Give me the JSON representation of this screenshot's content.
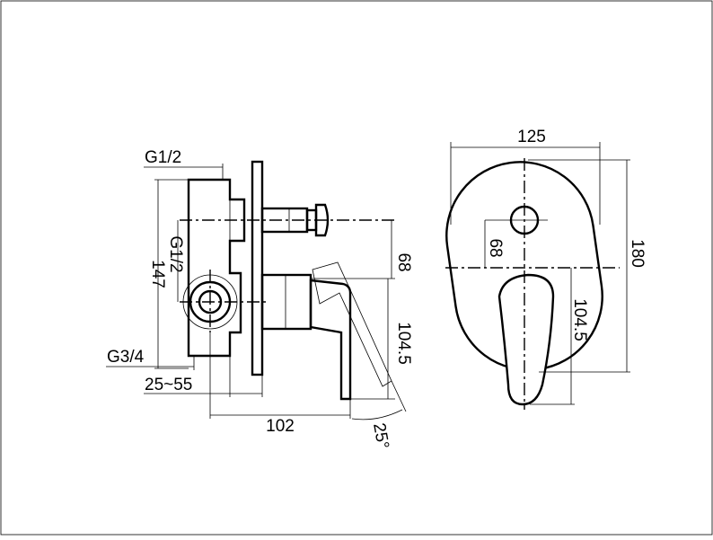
{
  "side_view": {
    "inlet_top_label": "G1/2",
    "inlet_mid_label": "G1/2",
    "outlet_label": "G3/4",
    "height_label": "147",
    "depth_range_label": "25~55",
    "length_label": "102",
    "handle_offset_label": "68",
    "handle_height_label": "104.5",
    "angle_label": "25°"
  },
  "front_view": {
    "width_label": "125",
    "height_label": "180",
    "handle_offset_label": "68",
    "handle_height_label": "104.5"
  }
}
